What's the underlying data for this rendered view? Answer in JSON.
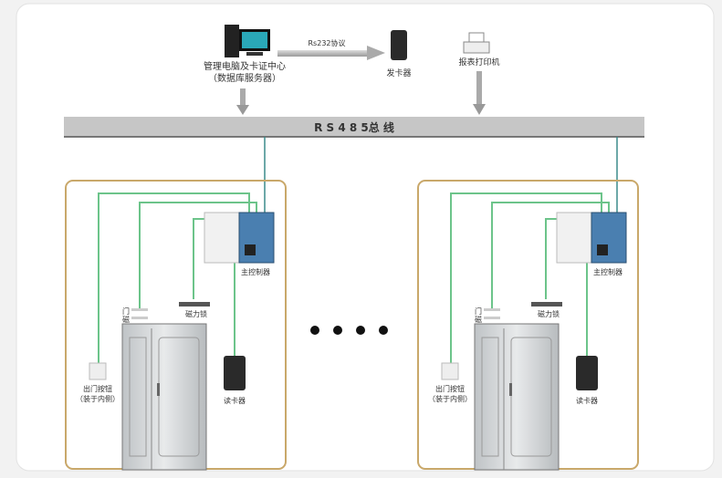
{
  "top": {
    "server_label_1": "管理电脑及卡证中心",
    "server_label_2": "（数据库服务器）",
    "protocol_label": "Rs232协议",
    "issuer_label": "发卡器",
    "printer_label": "报表打印机",
    "bus_label": "R S 4 8 5总 线"
  },
  "panels": [
    {
      "controller": "主控制器",
      "door_sensor_1": "门",
      "door_sensor_2": "磁",
      "mag_lock": "磁力锁",
      "exit_button_1": "出门按钮",
      "exit_button_2": "（装于内侧）",
      "reader": "读卡器"
    },
    {
      "controller": "主控制器",
      "door_sensor_1": "门",
      "door_sensor_2": "磁",
      "mag_lock": "磁力锁",
      "exit_button_1": "出门按钮",
      "exit_button_2": "（装于内侧）",
      "reader": "读卡器"
    }
  ],
  "colors": {
    "wire": "#6cc48a",
    "bus": "#c4c4c4",
    "frame": "#c9a86a",
    "bus_line": "#3a8a8a"
  }
}
